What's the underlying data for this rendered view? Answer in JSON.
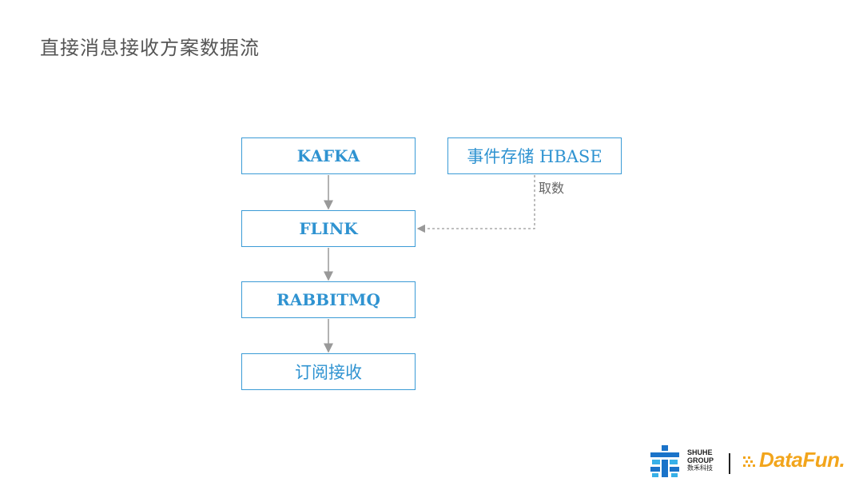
{
  "title": "直接消息接收方案数据流",
  "nodes": {
    "kafka": "KAFKA",
    "hbase": "事件存储 HBASE",
    "flink": "FLINK",
    "rabbitmq": "RABBITMQ",
    "subscribe": "订阅接收"
  },
  "edges": {
    "fetch_label": "取数"
  },
  "logos": {
    "shuhe_line1": "SHUHE",
    "shuhe_line2": "GROUP",
    "shuhe_cn": "数禾科技",
    "datafun": "DataFun."
  },
  "colors": {
    "box_border": "#3b9bd6",
    "box_text": "#2f93d1",
    "arrow": "#999999",
    "logo_orange": "#f2a51c",
    "logo_blue": "#1a73c9"
  }
}
